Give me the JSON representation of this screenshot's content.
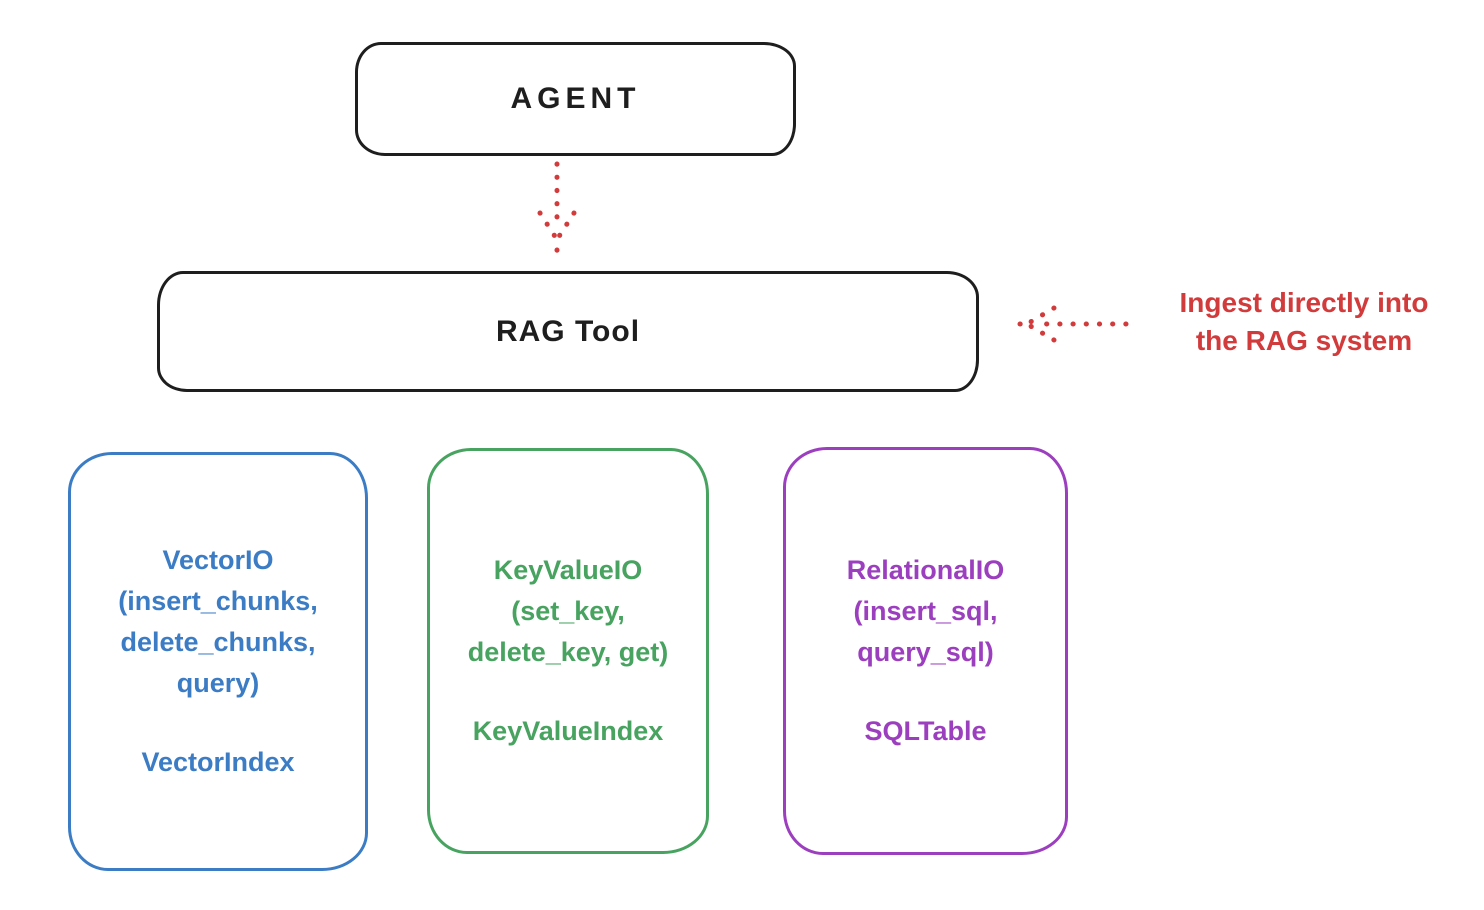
{
  "diagram": {
    "colors": {
      "stroke": "#1e1e1e",
      "red": "#d23b3b",
      "blue": "#3b7cc4",
      "green": "#47a35f",
      "purple": "#9c3fbf"
    },
    "agent": {
      "label": "AGENT"
    },
    "rag_tool": {
      "label": "RAG Tool"
    },
    "annotation": {
      "line1": "Ingest directly into",
      "line2": "the RAG system"
    },
    "backends": [
      {
        "name": "vector-io",
        "color": "#3b7cc4",
        "lines": [
          "VectorIO",
          "(insert_chunks,",
          "delete_chunks,",
          "query)"
        ],
        "index_label": "VectorIndex"
      },
      {
        "name": "keyvalue-io",
        "color": "#47a35f",
        "lines": [
          "KeyValueIO",
          "(set_key,",
          "delete_key, get)"
        ],
        "index_label": "KeyValueIndex"
      },
      {
        "name": "relational-io",
        "color": "#9c3fbf",
        "lines": [
          "RelationalIO",
          "(insert_sql,",
          "query_sql)"
        ],
        "index_label": "SQLTable"
      }
    ]
  }
}
